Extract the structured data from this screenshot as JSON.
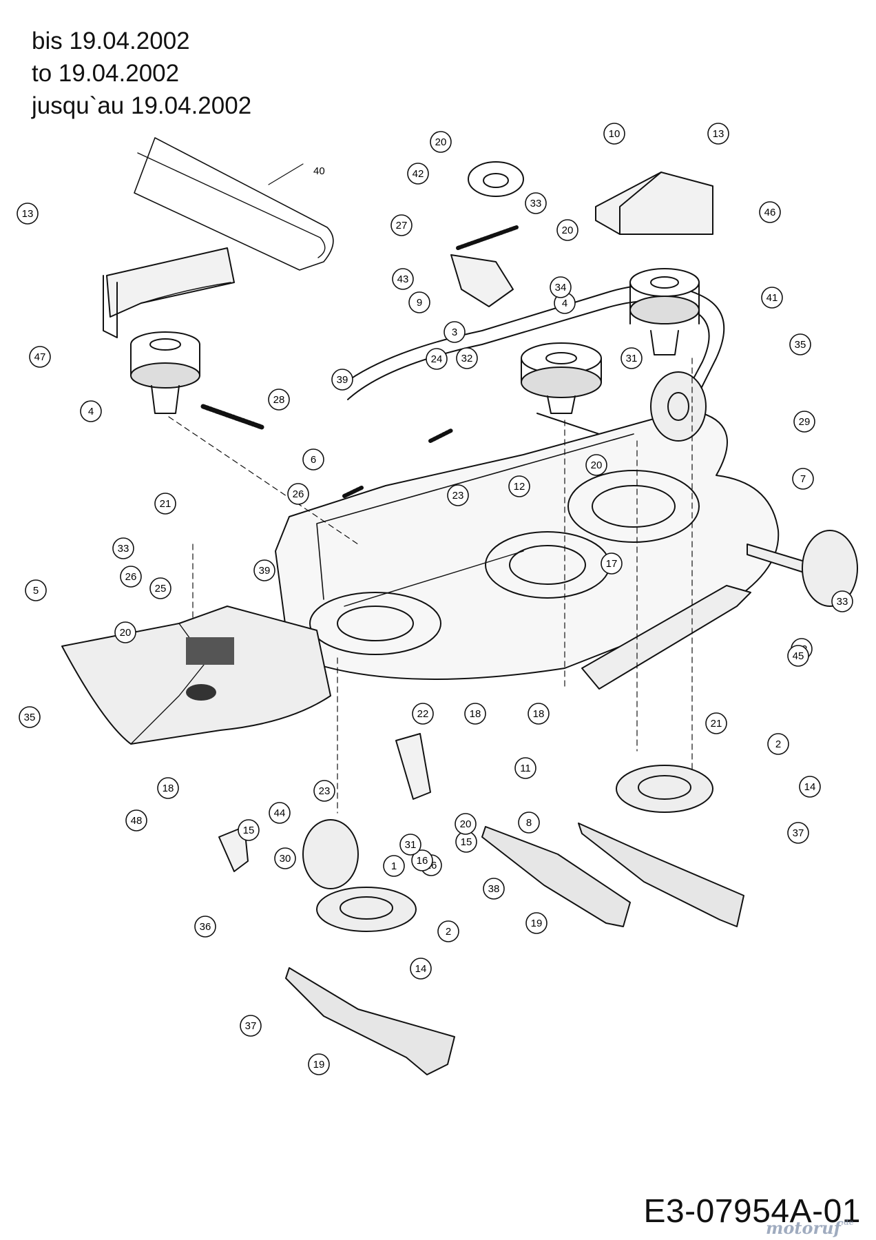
{
  "header": {
    "line_de": "bis 19.04.2002",
    "line_en": "to 19.04.2002",
    "line_fr": "jusqu`au 19.04.2002"
  },
  "diagram": {
    "callouts": [
      "1",
      "2",
      "2",
      "3",
      "4",
      "4",
      "5",
      "6",
      "7",
      "8",
      "9",
      "10",
      "11",
      "12",
      "13",
      "13",
      "14",
      "14",
      "15",
      "15",
      "16",
      "16",
      "17",
      "18",
      "18",
      "18",
      "19",
      "19",
      "20",
      "20",
      "20",
      "20",
      "20",
      "21",
      "21",
      "22",
      "22",
      "23",
      "23",
      "24",
      "25",
      "26",
      "26",
      "27",
      "28",
      "29",
      "30",
      "31",
      "31",
      "32",
      "33",
      "33",
      "33",
      "34",
      "35",
      "35",
      "36",
      "37",
      "37",
      "38",
      "39",
      "39",
      "40",
      "41",
      "42",
      "43",
      "44",
      "45",
      "46",
      "47",
      "48"
    ],
    "belt_label": "40"
  },
  "footer": {
    "drawing_code": "E3-07954A-01",
    "watermark": "motoruf",
    "watermark_suffix": ".de"
  }
}
